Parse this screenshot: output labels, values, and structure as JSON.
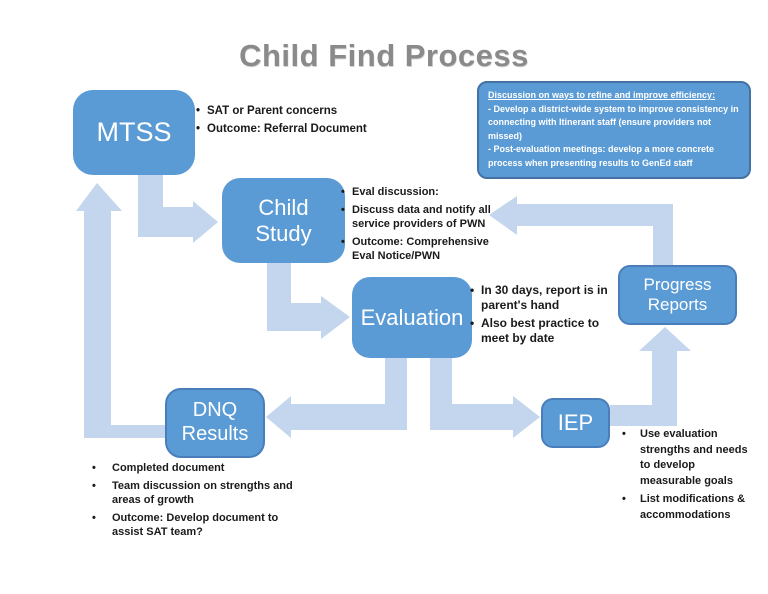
{
  "title": "Child Find Process",
  "colors": {
    "node_fill": "#5B9BD5",
    "node_border": "#4A7EBB",
    "callout_border": "#4472A4",
    "arrow_fill": "#C3D6EE",
    "title_color": "#8A8A8A",
    "node_text": "#FFFFFF",
    "note_text": "#1A1A1A"
  },
  "nodes": {
    "mtss": {
      "label": "MTSS"
    },
    "child_study": {
      "label": "Child\nStudy"
    },
    "evaluation": {
      "label": "Evaluation"
    },
    "dnq_results": {
      "label": "DNQ\nResults"
    },
    "iep": {
      "label": "IEP"
    },
    "progress_reports": {
      "label": "Progress\nReports"
    }
  },
  "callout": {
    "heading": "Discussion on ways to refine and improve efficiency:",
    "body": "- Develop a district-wide system to improve consistency in connecting with Itinerant staff (ensure providers not missed)\n- Post-evaluation meetings: develop a more concrete process when presenting results to GenEd staff"
  },
  "notes": {
    "mtss": {
      "items": [
        "SAT or Parent concerns",
        "Outcome: Referral Document"
      ]
    },
    "child_study": {
      "items": [
        "Eval discussion:",
        "Discuss data and notify all service providers of PWN",
        "Outcome: Comprehensive Eval Notice/PWN"
      ]
    },
    "evaluation": {
      "items": [
        "In 30 days, report is in parent's hand",
        "Also best practice to meet by date"
      ]
    },
    "dnq_results": {
      "items": [
        "Completed document",
        "Team discussion on strengths and areas of growth",
        "Outcome: Develop document to assist SAT team?"
      ]
    },
    "iep": {
      "items": [
        "Use evaluation strengths and needs to develop measurable goals",
        "List modifications & accommodations"
      ]
    }
  },
  "connectors": [
    {
      "from": "DNQ Results",
      "to": "MTSS"
    },
    {
      "from": "MTSS",
      "to": "Child Study"
    },
    {
      "from": "Child Study",
      "to": "Evaluation"
    },
    {
      "from": "Evaluation",
      "to": "DNQ Results"
    },
    {
      "from": "Evaluation",
      "to": "IEP"
    },
    {
      "from": "IEP",
      "to": "Progress Reports"
    },
    {
      "from": "Progress Reports",
      "to": "Child Study"
    }
  ]
}
